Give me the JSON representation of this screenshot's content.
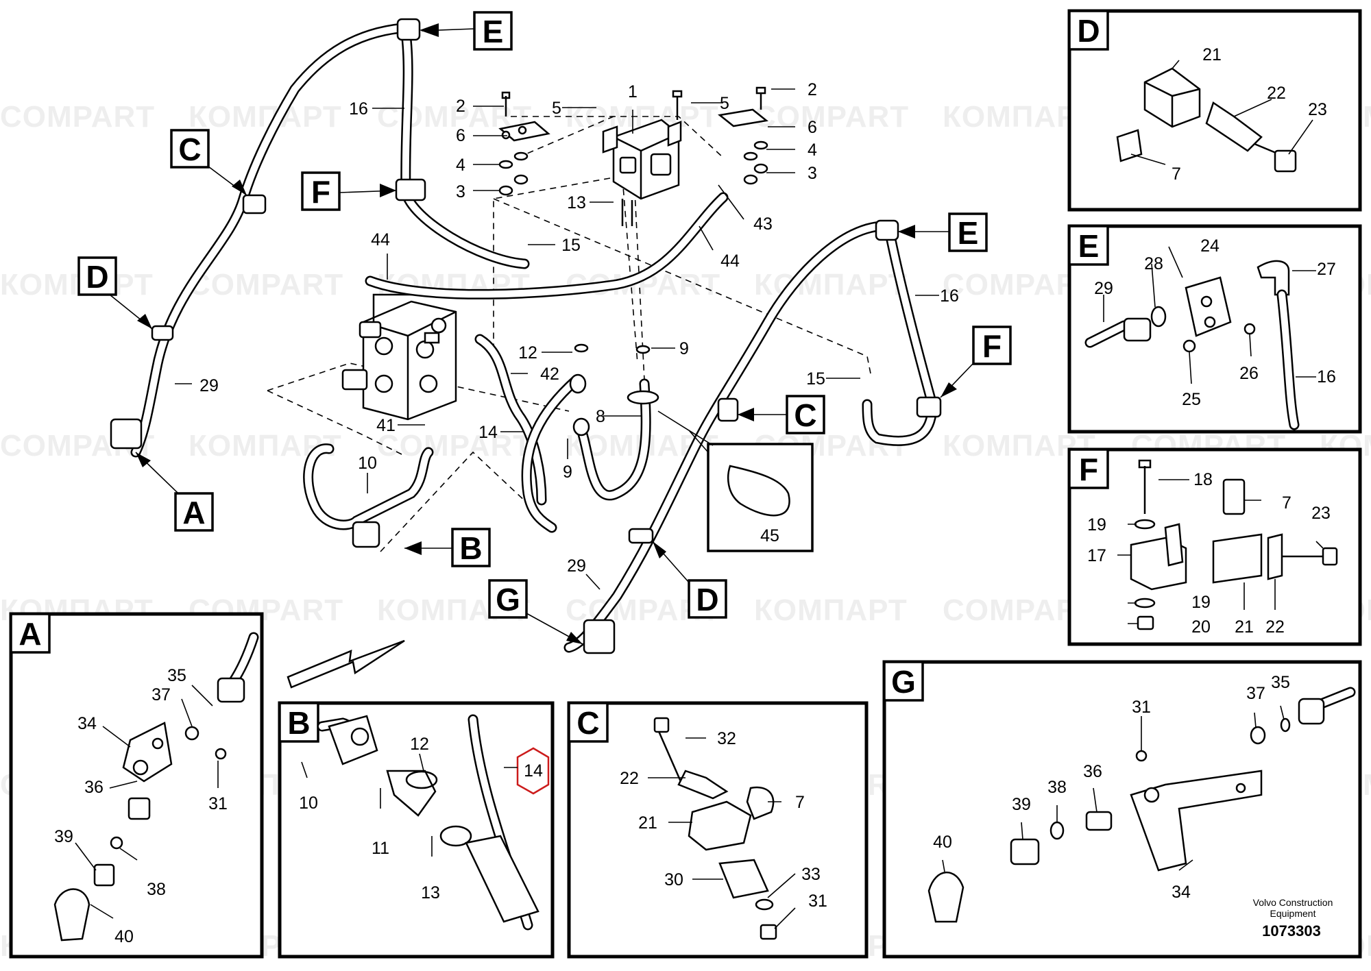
{
  "watermark": {
    "text_latin": "COMPART",
    "text_cyrillic": "КОМПАРТ"
  },
  "main": {
    "callouts": {
      "E_top": "E",
      "C_left": "C",
      "F_top": "F",
      "D_left": "D",
      "A_left": "A",
      "B_mid": "B",
      "G_bottom": "G",
      "D_bottom": "D",
      "C_mid": "C",
      "E_right": "E",
      "F_right": "F"
    },
    "numbers": {
      "n16a": "16",
      "n2a": "2",
      "n6a": "6",
      "n4a": "4",
      "n3a": "3",
      "n5a": "5",
      "n1": "1",
      "n5b": "5",
      "n2b": "2",
      "n6b": "6",
      "n4b": "4",
      "n3b": "3",
      "n13": "13",
      "n43": "43",
      "n15a": "15",
      "n44a": "44",
      "n44b": "44",
      "n29a": "29",
      "n12": "12",
      "n42": "42",
      "n9a": "9",
      "n16b": "16",
      "n15b": "15",
      "n8": "8",
      "n41": "41",
      "n14": "14",
      "n9b": "9",
      "n10": "10",
      "n45": "45",
      "n29b": "29"
    }
  },
  "panels": {
    "A": {
      "label": "A",
      "numbers": [
        "35",
        "37",
        "34",
        "36",
        "31",
        "39",
        "38",
        "40"
      ]
    },
    "B": {
      "label": "B",
      "numbers": [
        "12",
        "14",
        "10",
        "11",
        "13"
      ]
    },
    "C": {
      "label": "C",
      "numbers": [
        "32",
        "22",
        "7",
        "21",
        "30",
        "33",
        "31"
      ]
    },
    "D": {
      "label": "D",
      "numbers": [
        "21",
        "22",
        "23",
        "7"
      ]
    },
    "E": {
      "label": "E",
      "numbers": [
        "24",
        "28",
        "27",
        "29",
        "26",
        "16",
        "25"
      ]
    },
    "F": {
      "label": "F",
      "numbers": [
        "18",
        "7",
        "19",
        "23",
        "17",
        "19",
        "20",
        "21",
        "22"
      ]
    },
    "G": {
      "label": "G",
      "numbers": [
        "31",
        "37",
        "35",
        "36",
        "38",
        "39",
        "40",
        "34"
      ]
    }
  },
  "footer": {
    "company_line1": "Volvo Construction",
    "company_line2": "Equipment",
    "drawing_number": "1073303"
  }
}
